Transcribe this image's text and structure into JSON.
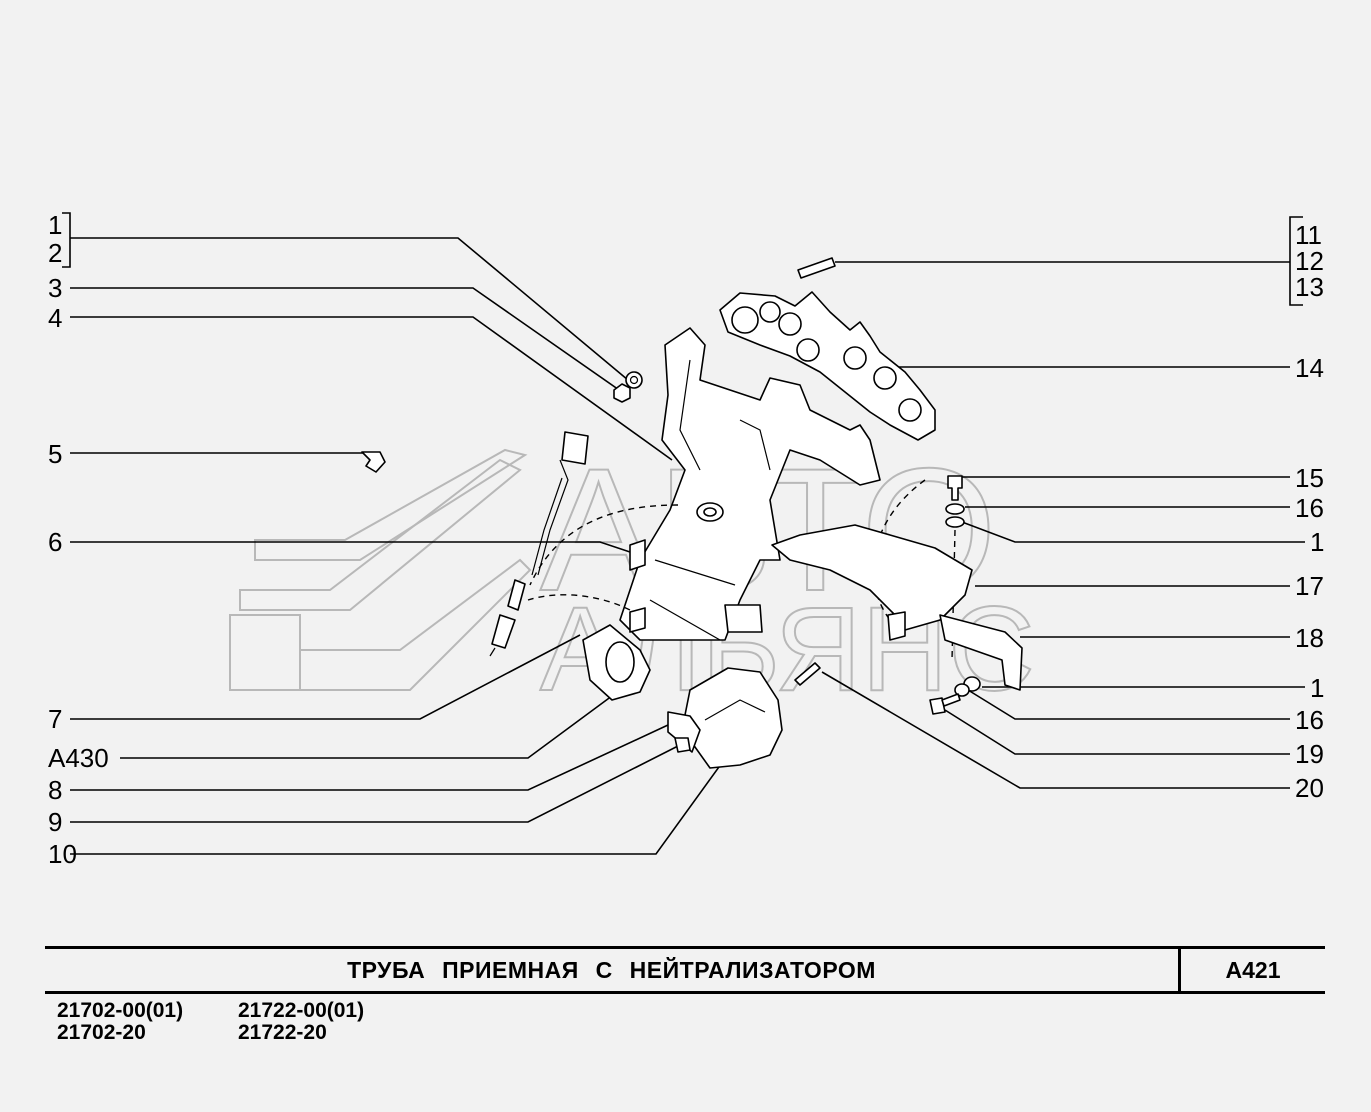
{
  "callouts_left": [
    {
      "id": "c1",
      "label": "1"
    },
    {
      "id": "c2",
      "label": "2"
    },
    {
      "id": "c3",
      "label": "3"
    },
    {
      "id": "c4",
      "label": "4"
    },
    {
      "id": "c5",
      "label": "5"
    },
    {
      "id": "c6",
      "label": "6"
    },
    {
      "id": "c7",
      "label": "7"
    },
    {
      "id": "ca430",
      "label": "A430"
    },
    {
      "id": "c8",
      "label": "8"
    },
    {
      "id": "c9",
      "label": "9"
    },
    {
      "id": "c10",
      "label": "10"
    }
  ],
  "callouts_right": [
    {
      "id": "c11",
      "label": "11"
    },
    {
      "id": "c12",
      "label": "12"
    },
    {
      "id": "c13",
      "label": "13"
    },
    {
      "id": "c14",
      "label": "14"
    },
    {
      "id": "c15",
      "label": "15"
    },
    {
      "id": "c16a",
      "label": "16"
    },
    {
      "id": "c1b",
      "label": "1"
    },
    {
      "id": "c17",
      "label": "17"
    },
    {
      "id": "c18",
      "label": "18"
    },
    {
      "id": "c1c",
      "label": "1"
    },
    {
      "id": "c16b",
      "label": "16"
    },
    {
      "id": "c19",
      "label": "19"
    },
    {
      "id": "c20",
      "label": "20"
    }
  ],
  "watermark": {
    "line1": "АВТО",
    "line2": "АЛЬЯНС"
  },
  "title": "ТРУБА ПРИЕМНАЯ С НЕЙТРАЛИЗАТОРОМ",
  "code": "A421",
  "models": {
    "col1_line1": "21702-00(01)",
    "col1_line2": "21702-20",
    "col2_line1": "21722-00(01)",
    "col2_line2": "21722-20"
  }
}
